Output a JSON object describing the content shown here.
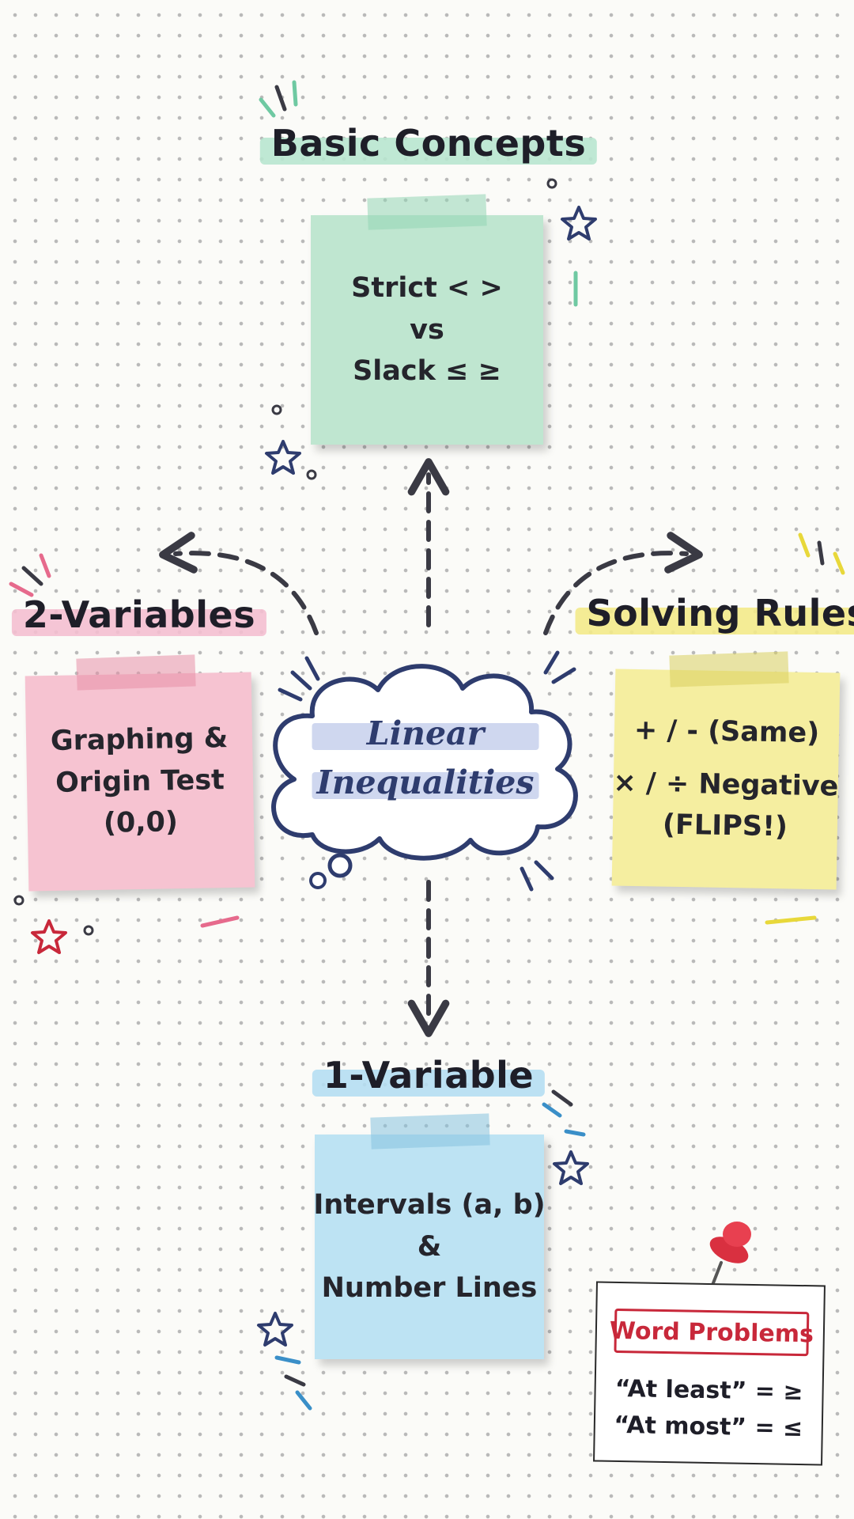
{
  "center": {
    "line1": "Linear",
    "line2": "Inequalities"
  },
  "basic_concepts": {
    "title": "Basic Concepts",
    "lines": [
      "Strict < >",
      "vs",
      "Slack ≤ ≥"
    ]
  },
  "two_variables": {
    "title": "2-Variables",
    "lines": [
      "Graphing &",
      "Origin Test",
      "(0,0)"
    ]
  },
  "solving_rules": {
    "title": "Solving Rules",
    "lines": [
      "+ / - (Same)",
      "× / ÷ Negative",
      "(FLIPS!)"
    ]
  },
  "one_variable": {
    "title": "1-Variable",
    "lines": [
      "Intervals (a, b)",
      "&",
      "Number Lines"
    ]
  },
  "word_problems": {
    "title": "Word Problems",
    "lines": [
      "“At least” = ≥",
      "“At most” = ≤"
    ]
  },
  "colors": {
    "green_note": "#bfe6d0",
    "pink_note": "#f6c3d1",
    "yellow_note": "#f5eea0",
    "blue_note": "#bde3f3",
    "arrow": "#3a3a44",
    "cloud_outline": "#2e3c6e",
    "badge_red": "#c8283a"
  }
}
